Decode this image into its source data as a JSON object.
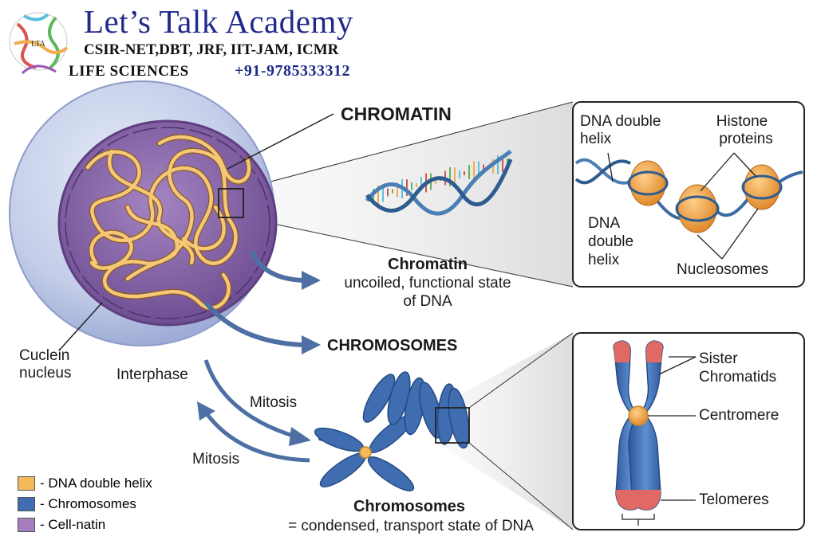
{
  "header": {
    "brand": "Let’s Talk Academy",
    "exams": "CSIR-NET,DBT, JRF, IIT-JAM, ICMR",
    "life_sciences": "LIFE SCIENCES",
    "phone": "+91-9785333312",
    "logo_text": "LTA"
  },
  "labels": {
    "chromatin_title": "CHROMATIN",
    "chromatin_sub_title": "Chromatin",
    "chromatin_desc_1": "uncoiled, functional state",
    "chromatin_desc_2": "of DNA",
    "chromosomes_title": "CHROMOSOMES",
    "chromosomes_sub_title": "Chromosomes",
    "chromosomes_desc": "= condensed, transport state of DNA",
    "nucleus_1": "Cuclein",
    "nucleus_2": "nucleus",
    "interphase": "Interphase",
    "mitosis_top": "Mitosis",
    "mitosis_bottom": "Mitosis"
  },
  "chromatin_inset": {
    "dna_helix_top_1": "DNA double",
    "dna_helix_top_2": "helix",
    "histone_1": "Histone",
    "histone_2": "proteins",
    "dna_helix_mid_1": "DNA",
    "dna_helix_mid_2": "double",
    "dna_helix_mid_3": "helix",
    "nucleosomes": "Nucleosomes"
  },
  "chromosome_inset": {
    "sister_1": "Sister",
    "sister_2": "Chromatids",
    "centromere": "Centromere",
    "telomeres": "Telomeres"
  },
  "legend": [
    {
      "color": "#f5b85a",
      "label": "- DNA double helix"
    },
    {
      "color": "#3f6db0",
      "label": "- Chromosomes"
    },
    {
      "color": "#a77cc0",
      "label": "- Cell-natin"
    }
  ],
  "colors": {
    "dna": "#f5b85a",
    "chromosome": "#3f6db0",
    "nucleoplasm": "#8a63a8",
    "cell": "#c9d3ec",
    "arrow": "#4d6fa3",
    "histone": "#f0a24a",
    "telomere": "#e06a63",
    "brand": "#1f2a8a"
  }
}
